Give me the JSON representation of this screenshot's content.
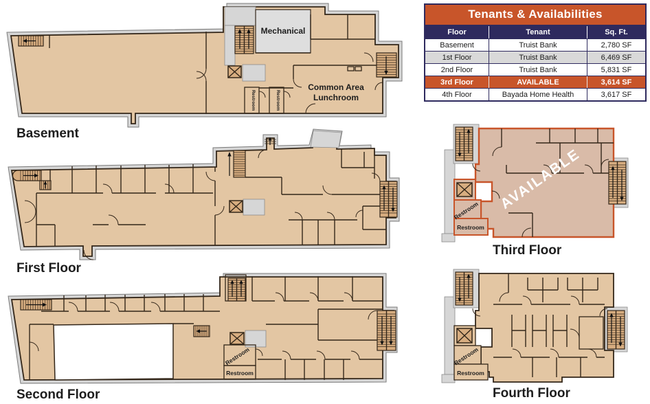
{
  "table": {
    "title": "Tenants & Availabilities",
    "headers": [
      "Floor",
      "Tenant",
      "Sq. Ft."
    ],
    "rows": [
      {
        "floor": "Basement",
        "tenant": "Truist Bank",
        "sqft": "2,780 SF"
      },
      {
        "floor": "1st Floor",
        "tenant": "Truist Bank",
        "sqft": "6,469 SF"
      },
      {
        "floor": "2nd Floor",
        "tenant": "Truist Bank",
        "sqft": "5,831 SF"
      },
      {
        "floor": "3rd Floor",
        "tenant": "AVAILABLE",
        "sqft": "3,614 SF"
      },
      {
        "floor": "4th Floor",
        "tenant": "Bayada Home Health",
        "sqft": "3,617 SF"
      }
    ]
  },
  "floors": {
    "basement": {
      "label": "Basement",
      "mechanical": "Mechanical",
      "lunchroom1": "Common Area",
      "lunchroom2": "Lunchroom"
    },
    "first": {
      "label": "First Floor"
    },
    "second": {
      "label": "Second Floor"
    },
    "third": {
      "label": "Third Floor",
      "available": "AVAILABLE"
    },
    "fourth": {
      "label": "Fourth Floor"
    }
  },
  "labels": {
    "restroom": "Restroom"
  },
  "colors": {
    "accent_orange": "#c8552a",
    "navy": "#2e2a5e",
    "floor_tan": "#e3c6a3",
    "stair_tan": "#d7ad80",
    "available_fill": "#d9bba8",
    "outline_gray": "#d6d6d6",
    "alt_row_gray": "#d9d9d9"
  }
}
